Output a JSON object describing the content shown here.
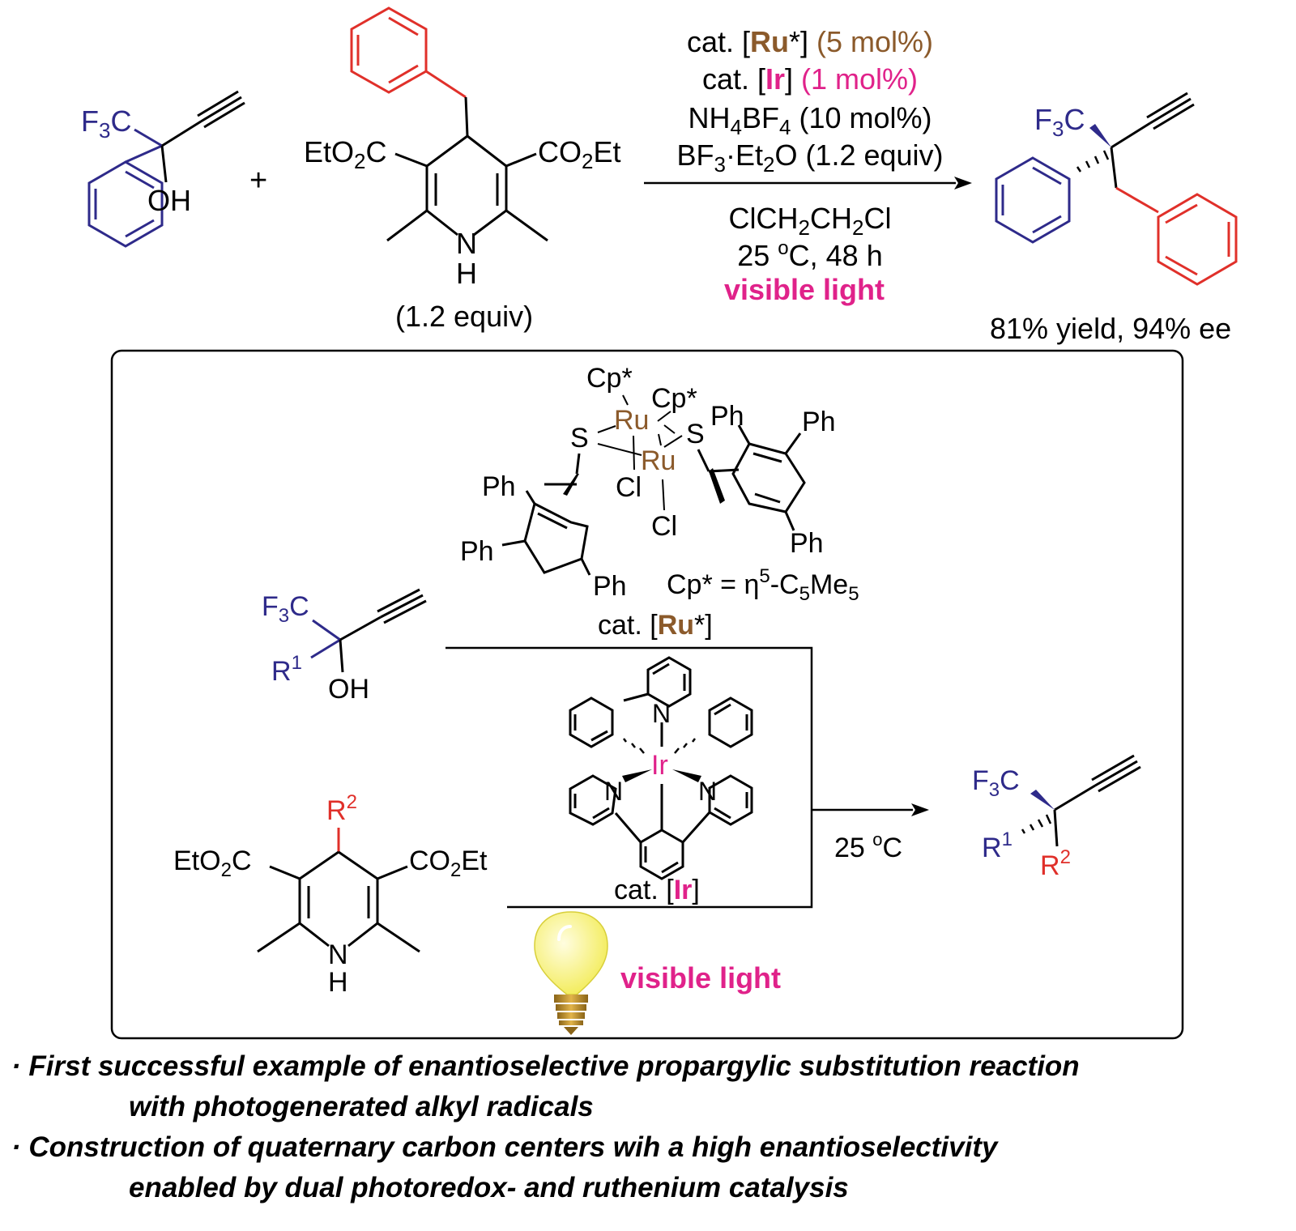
{
  "colors": {
    "blue": "#2e2a8a",
    "red": "#e0302a",
    "brown": "#8b5a2b",
    "pink": "#e0228a",
    "black": "#000000",
    "bulb": "#f3ec5a"
  },
  "top_reaction": {
    "reagents": {
      "l1_pre": "cat. [",
      "l1_ru": "Ru",
      "l1_mid": "*]",
      "l1_load": "(5 mol%)",
      "l2_pre": "cat. [",
      "l2_ir": "Ir",
      "l2_post": "]",
      "l2_load": "(1 mol%)",
      "l3_a": "NH",
      "l3_s1": "4",
      "l3_b": "BF",
      "l3_s2": "4",
      "l3_c": " (10 mol%)",
      "l4_a": "BF",
      "l4_s1": "3",
      "l4_b": "·Et",
      "l4_s2": "2",
      "l4_c": "O (1.2 equiv)",
      "s1_a": "ClCH",
      "s1_s1": "2",
      "s1_b": "CH",
      "s1_s2": "2",
      "s1_c": "Cl",
      "s2_a": "25 ",
      "s2_deg": "o",
      "s2_b": "C, 48 h",
      "light": "visible light"
    },
    "hantzsch_equiv": "(1.2 equiv)",
    "plus": "+",
    "result": "81% yield, 94% ee"
  },
  "atoms": {
    "F": "F",
    "C": "C",
    "three": "3",
    "two": "2",
    "OH": "OH",
    "EtO": "EtO",
    "CO": "CO",
    "Et": "Et",
    "N": "N",
    "H": "H",
    "R": "R",
    "one": "1",
    "Cp": "Cp*",
    "Ru": "Ru",
    "Ir": "Ir",
    "S": "S",
    "Cl": "Cl",
    "Ph": "Ph"
  },
  "mechanism": {
    "cp_def_a": "Cp* = η",
    "cp_def_5": "5",
    "cp_def_b": "-C",
    "cp_def_s5": "5",
    "cp_def_c": "Me",
    "cp_def_s5b": "5",
    "ru_cat_pre": "cat. [",
    "ru_cat_ru": "Ru",
    "ru_cat_post": "*]",
    "ir_cat_pre": "cat. [",
    "ir_cat_ir": "Ir",
    "ir_cat_post": "]",
    "temp_a": "25 ",
    "temp_deg": "o",
    "temp_b": "C",
    "light": "visible light"
  },
  "bullets": [
    "· First successful example of enantioselective propargylic substitution reaction",
    "with photogenerated alkyl radicals",
    "· Construction of quaternary carbon centers wih a high enantioselectivity",
    "enabled by dual photoredox- and ruthenium catalysis"
  ]
}
